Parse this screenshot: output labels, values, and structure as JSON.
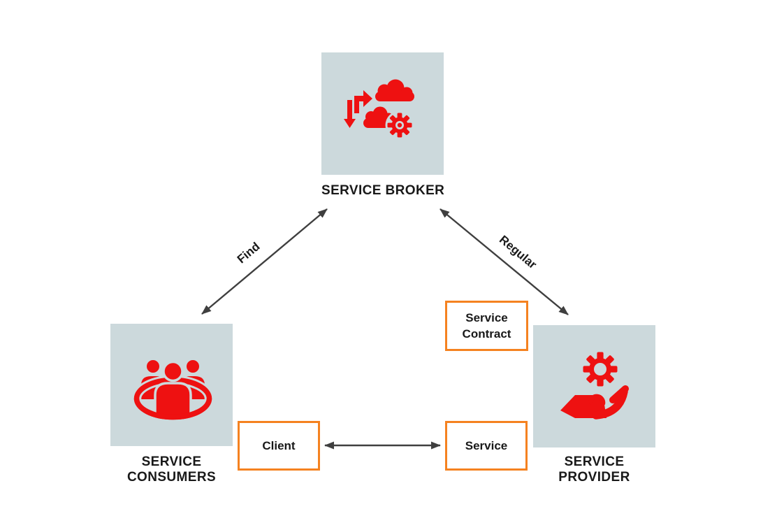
{
  "nodes": {
    "broker": {
      "label": "SERVICE BROKER",
      "icon": "cloud-transfer-gear-icon"
    },
    "consumers": {
      "label_line1": "SERVICE",
      "label_line2": "CONSUMERS",
      "icon": "people-group-icon"
    },
    "provider": {
      "label_line1": "SERVICE",
      "label_line2": "PROVIDER",
      "icon": "hand-holding-gear-icon"
    }
  },
  "boxes": {
    "service_contract": {
      "label_line1": "Service",
      "label_line2": "Contract"
    },
    "client": {
      "label": "Client"
    },
    "service": {
      "label": "Service"
    }
  },
  "edges": {
    "find": {
      "label": "Find",
      "from": "consumers",
      "to": "broker",
      "style": "double-arrow"
    },
    "regular": {
      "label": "Regular",
      "from": "provider",
      "to": "broker",
      "style": "double-arrow"
    },
    "client_service": {
      "label": "",
      "from": "client",
      "to": "service",
      "style": "double-arrow"
    }
  },
  "colors": {
    "node_background": "#ccd9dc",
    "icon_red": "#ee1111",
    "accent_orange": "#f58220",
    "arrow_gray": "#3f3f3f",
    "label_text": "#191919",
    "page_background": "#ffffff"
  }
}
